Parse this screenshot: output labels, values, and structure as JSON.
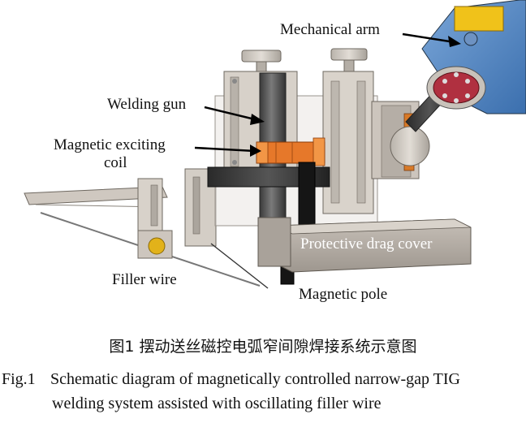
{
  "labels": {
    "mechanical_arm": "Mechanical arm",
    "welding_gun": "Welding gun",
    "magnetic_exciting_line1": "Magnetic exciting",
    "magnetic_exciting_line2": "coil",
    "protective_drag_cover": "Protective drag cover",
    "filler_wire": "Filler wire",
    "magnetic_pole": "Magnetic pole"
  },
  "caption": {
    "chinese": "图1  摆动送丝磁控电弧窄间隙焊接系统示意图",
    "fig_number": "Fig.1",
    "english_line1": "Schematic diagram of magnetically controlled narrow-gap TIG",
    "english_line2": "welding system assisted with oscillating filler wire"
  }
}
